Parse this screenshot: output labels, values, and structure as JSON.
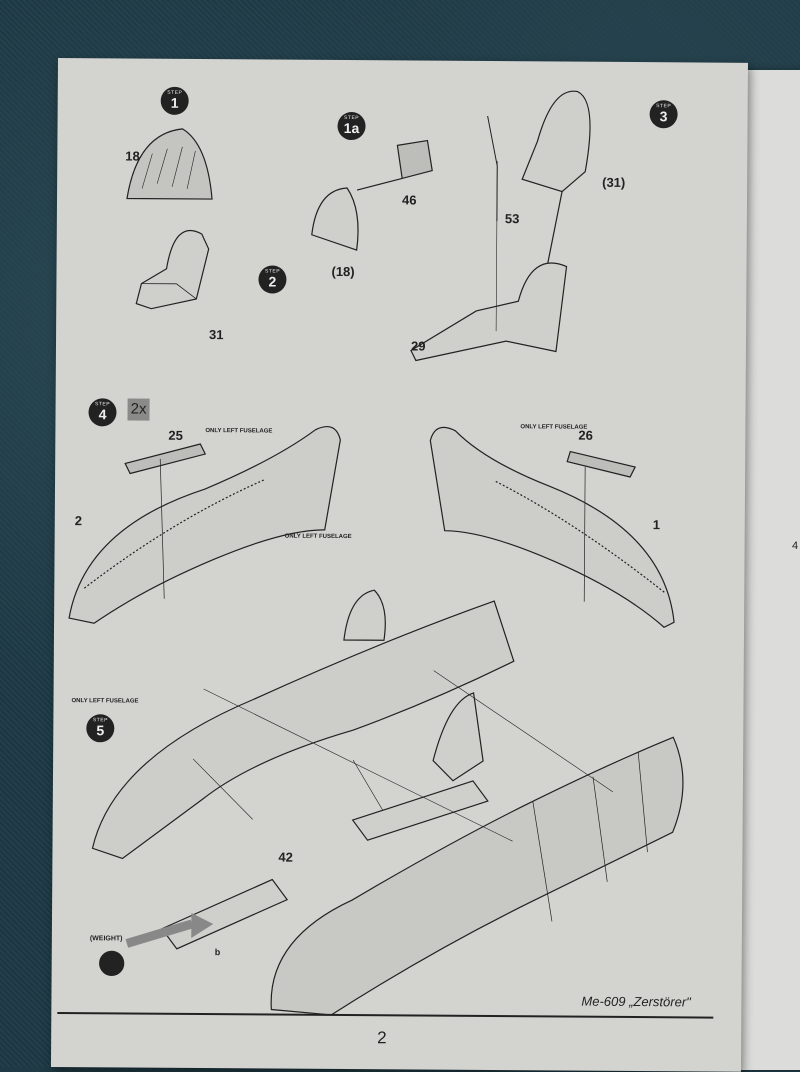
{
  "steps": [
    {
      "number": "1",
      "word": "STEP"
    },
    {
      "number": "1a",
      "word": "STEP"
    },
    {
      "number": "2",
      "word": "STEP"
    },
    {
      "number": "3",
      "word": "STEP"
    },
    {
      "number": "4",
      "word": "STEP"
    },
    {
      "number": "5",
      "word": "STEP"
    }
  ],
  "multiplier": "2x",
  "part_labels": {
    "p18": "18",
    "p46": "46",
    "p18b": "(18)",
    "p31": "31",
    "p31b": "(31)",
    "p53": "53",
    "p29": "29",
    "p25": "25",
    "p26": "26",
    "p2": "2",
    "p1": "1",
    "p42": "42"
  },
  "notes": {
    "only_left_a": "ONLY LEFT FUSELAGE",
    "only_left_b": "ONLY LEFT FUSELAGE",
    "only_left_c": "ONLY LEFT FUSELAGE",
    "only_left_d": "ONLY LEFT FUSELAGE",
    "weight": "(WEIGHT)"
  },
  "paint_code": "b",
  "footer": {
    "title": "Me-609 „Zerstörer\"",
    "page_number": "2"
  },
  "next_page_edge": "4"
}
